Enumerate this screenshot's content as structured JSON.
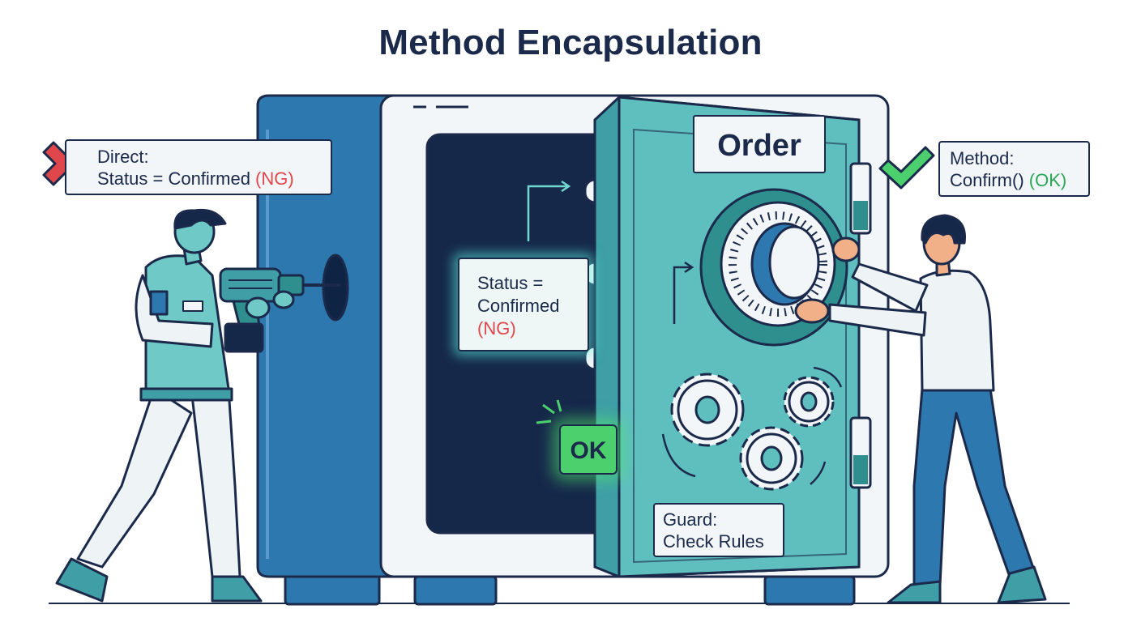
{
  "title": "Method Encapsulation",
  "direct_callout": {
    "line1": "Direct:",
    "line2_prefix": "Status = Confirmed ",
    "line2_tag": "(NG)"
  },
  "method_callout": {
    "line1": "Method:",
    "line2_prefix": "Confirm() ",
    "line2_tag": "(OK)"
  },
  "inner_status": {
    "line1": "Status =",
    "line2": "Confirmed",
    "line3": "(NG)"
  },
  "door_label": "Order",
  "ok_badge": "OK",
  "guard": {
    "line1": "Guard:",
    "line2": "Check Rules"
  },
  "colors": {
    "navy": "#1b2a4a",
    "safe_blue": "#2e78b0",
    "door_teal": "#5fbfbf",
    "ng_red": "#e0474c",
    "ok_green": "#2aa657",
    "glow_green": "#4cd06e"
  },
  "icons": [
    "red-x-icon",
    "green-check-icon",
    "gear-icon",
    "drill-icon",
    "combination-dial-icon"
  ]
}
